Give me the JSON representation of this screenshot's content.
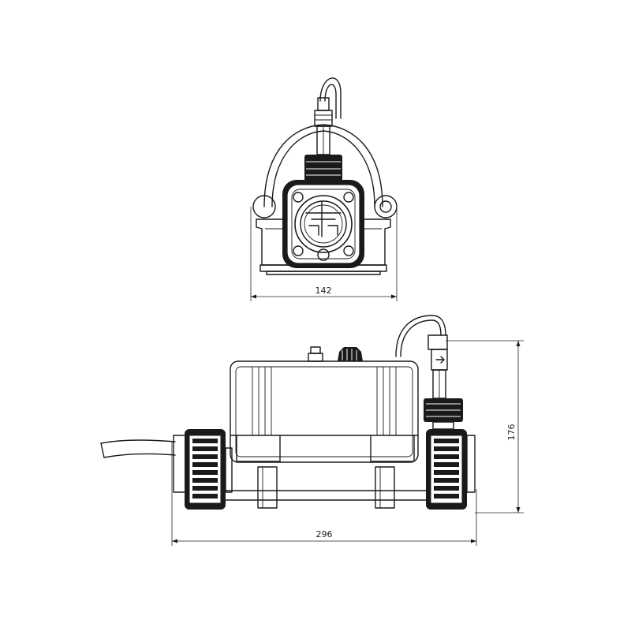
{
  "dimensions": {
    "front_width": "142",
    "side_length": "296",
    "side_height": "176"
  }
}
